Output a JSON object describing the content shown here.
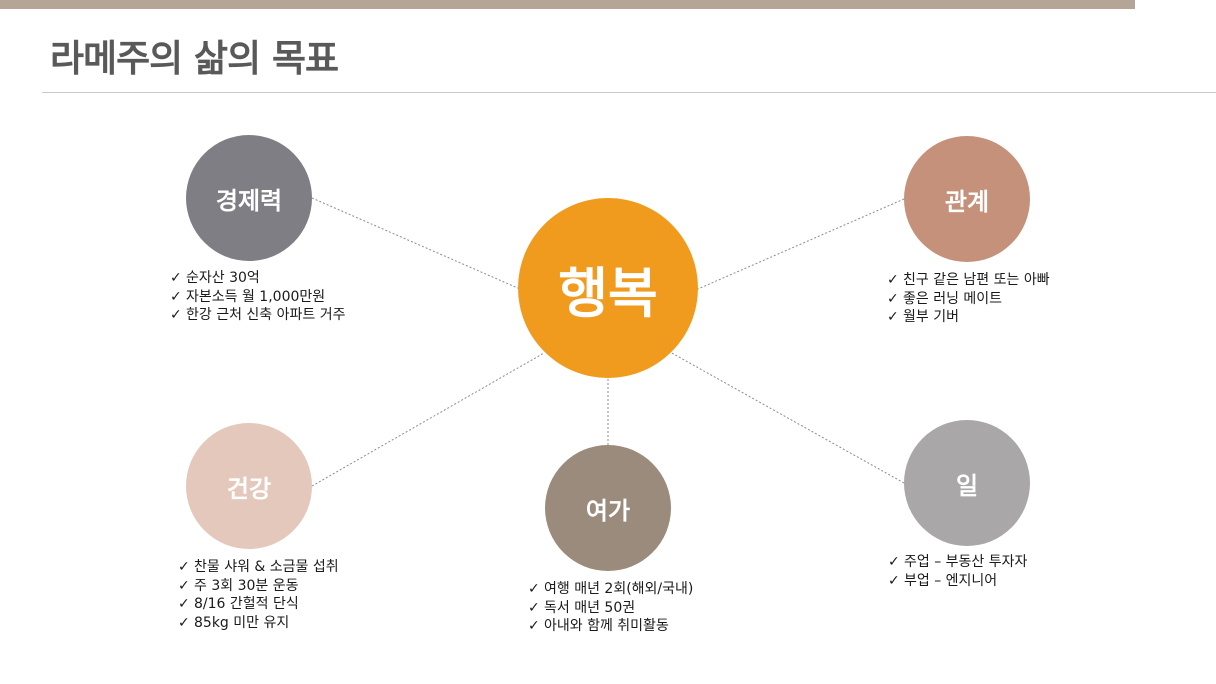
{
  "title": "라메주의 삶의 목표",
  "center": {
    "label": "행복",
    "color": "#f09a1e"
  },
  "nodes": {
    "economy": {
      "label": "경제력",
      "color": "#7f7e84",
      "items": [
        "순자산 30억",
        "자본소득 월 1,000만원",
        "한강 근처 신축 아파트 거주"
      ]
    },
    "relations": {
      "label": "관계",
      "color": "#c6917a",
      "items": [
        "친구 같은 남편 또는 아빠",
        "좋은 러닝 메이트",
        "월부 기버"
      ]
    },
    "health": {
      "label": "건강",
      "color": "#e3c8bb",
      "items": [
        "찬물 샤워 & 소금물 섭취",
        "주 3회 30분 운동",
        "8/16 간헐적 단식",
        "85kg 미만 유지"
      ]
    },
    "leisure": {
      "label": "여가",
      "color": "#9b8b7d",
      "items": [
        "여행 매년 2회(해외/국내)",
        "독서 매년 50권",
        "아내와 함께 취미활동"
      ]
    },
    "work": {
      "label": "일",
      "color": "#a9a7a8",
      "items": [
        "주업 – 부동산 투자자",
        "부업 – 엔지니어"
      ]
    }
  },
  "check_mark": "✓"
}
